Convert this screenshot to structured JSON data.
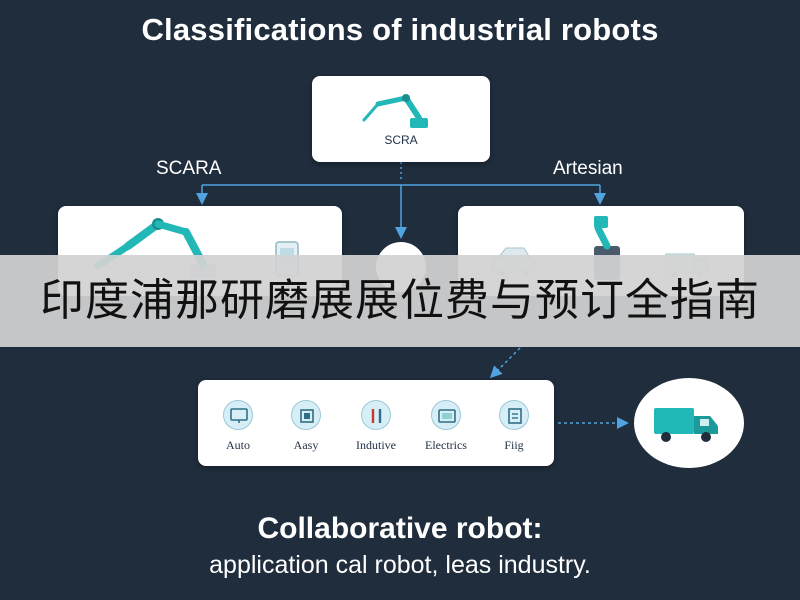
{
  "title": "Classifications of industrial robots",
  "top_node": {
    "label": "SCRA",
    "icon": "robot-arm-icon"
  },
  "side_labels": {
    "left": "SCARA",
    "right": "Artesian"
  },
  "left_node": {
    "icons": [
      "robot-arm-icon",
      "robot-arm-icon",
      "tablet-icon"
    ]
  },
  "right_node": {
    "icons": [
      "car-icon",
      "robot-arm-icon",
      "truck-icon"
    ]
  },
  "applications": [
    {
      "label": "Auto",
      "icon": "monitor-icon"
    },
    {
      "label": "Aasy",
      "icon": "chip-icon"
    },
    {
      "label": "Indutive",
      "icon": "tools-icon"
    },
    {
      "label": "Electrics",
      "icon": "screen-icon"
    },
    {
      "label": "Fiig",
      "icon": "document-icon"
    }
  ],
  "output_node": {
    "icon": "truck-icon"
  },
  "banner": {
    "text": "印度浦那研磨展展位费与预订全指南"
  },
  "footer": {
    "heading": "Collaborative robot:",
    "subheading": "application cal robot, leas industry."
  },
  "colors": {
    "background": "#1f2d3d",
    "accent": "#22b8b8",
    "arrow": "#4fa3e0",
    "card": "#ffffff",
    "banner": "#d2d2d2"
  }
}
